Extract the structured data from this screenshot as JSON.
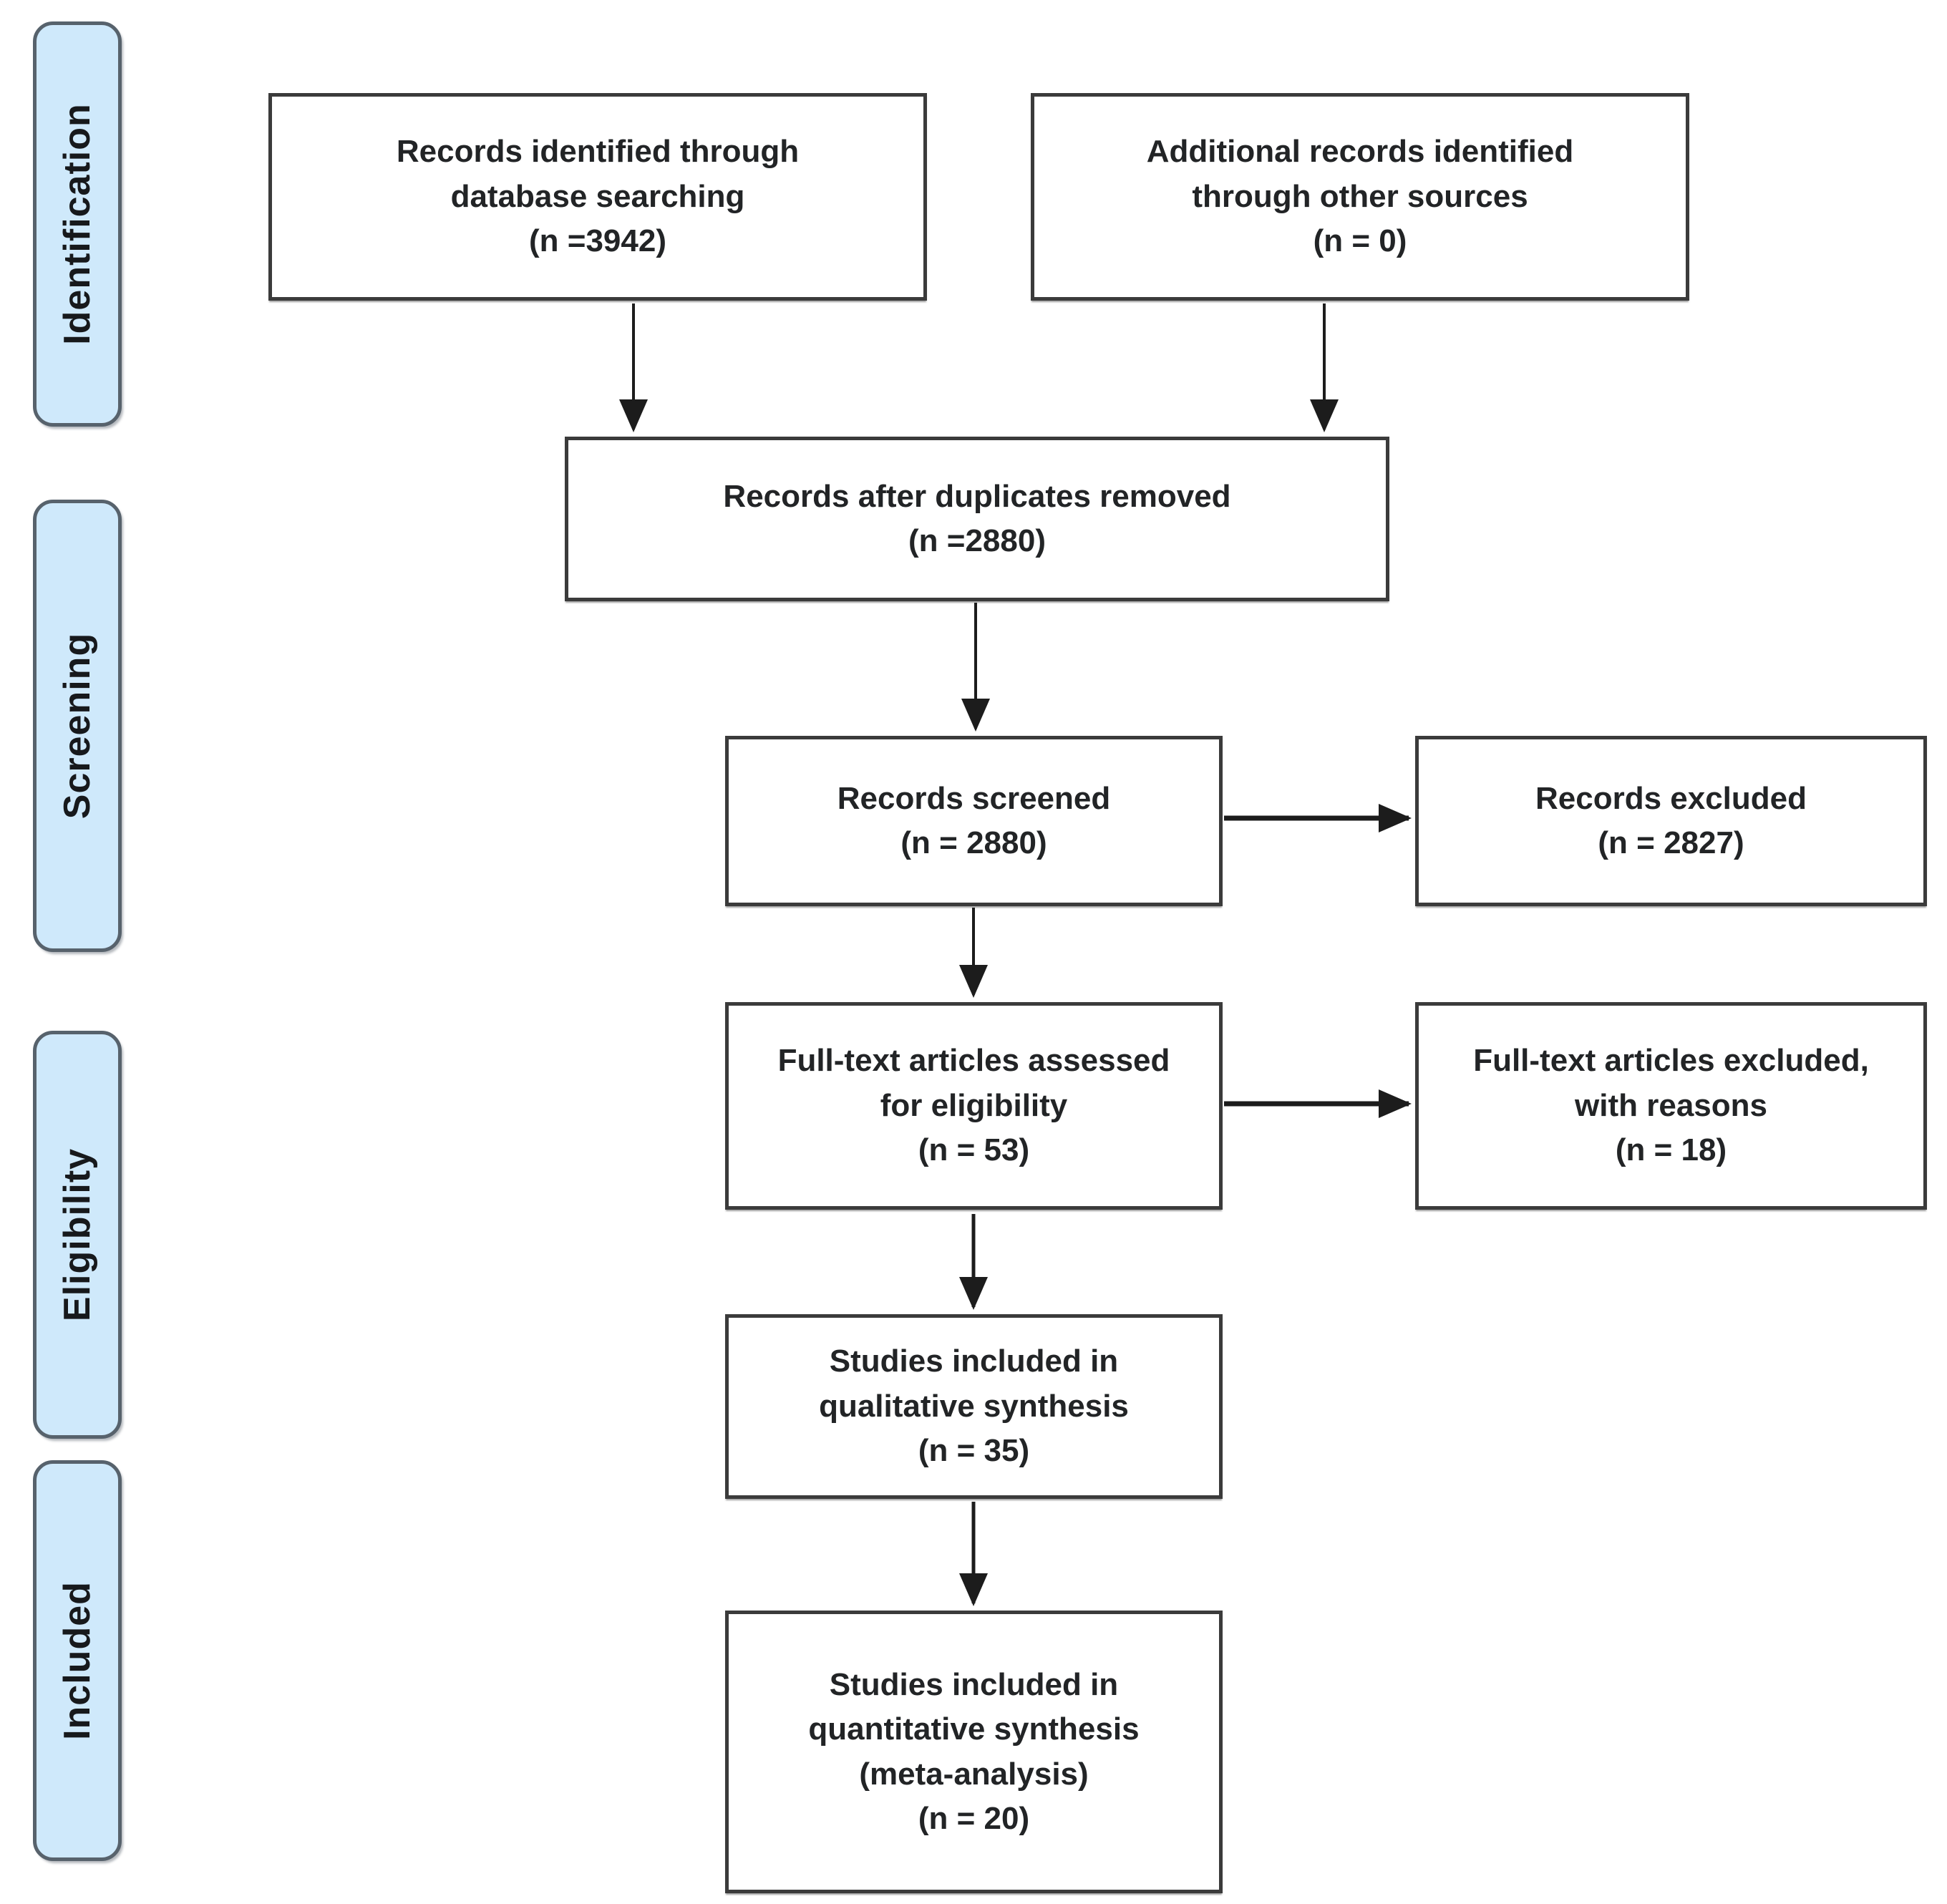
{
  "figure": {
    "kind": "prisma-flow-diagram",
    "background": "#ffffff"
  },
  "palette": {
    "stage_fill": "#cfe9fb",
    "stage_border": "#57626c",
    "box_fill": "#ffffff",
    "box_border": "#3b3b3b",
    "text": "#222426",
    "arrow": "#1c1c1c"
  },
  "stages": {
    "identification": "Identification",
    "screening": "Screening",
    "eligibility": "Eligibility",
    "included": "Included"
  },
  "boxes": {
    "records_identified": "Records identified through\ndatabase searching\n(n =3942)",
    "additional_records": "Additional records identified\nthrough other sources\n(n = 0)",
    "after_duplicates": "Records after duplicates removed\n(n =2880)",
    "records_screened": "Records screened\n(n = 2880)",
    "records_excluded": "Records excluded\n(n = 2827)",
    "fulltext_assessed": "Full-text articles assessed\nfor eligibility\n(n = 53)",
    "fulltext_excluded": "Full-text articles excluded,\nwith reasons\n(n = 18)",
    "qualitative": "Studies included in\nqualitative synthesis\n(n = 35)",
    "quantitative": "Studies included in\nquantitative synthesis\n(meta-analysis)\n(n =  20)"
  },
  "arrows": [
    {
      "from": "records_identified",
      "to": "after_duplicates",
      "direction": "down"
    },
    {
      "from": "additional_records",
      "to": "after_duplicates",
      "direction": "down"
    },
    {
      "from": "after_duplicates",
      "to": "records_screened",
      "direction": "down"
    },
    {
      "from": "records_screened",
      "to": "records_excluded",
      "direction": "right"
    },
    {
      "from": "records_screened",
      "to": "fulltext_assessed",
      "direction": "down"
    },
    {
      "from": "fulltext_assessed",
      "to": "fulltext_excluded",
      "direction": "right"
    },
    {
      "from": "fulltext_assessed",
      "to": "qualitative",
      "direction": "down"
    },
    {
      "from": "qualitative",
      "to": "quantitative",
      "direction": "down"
    }
  ]
}
